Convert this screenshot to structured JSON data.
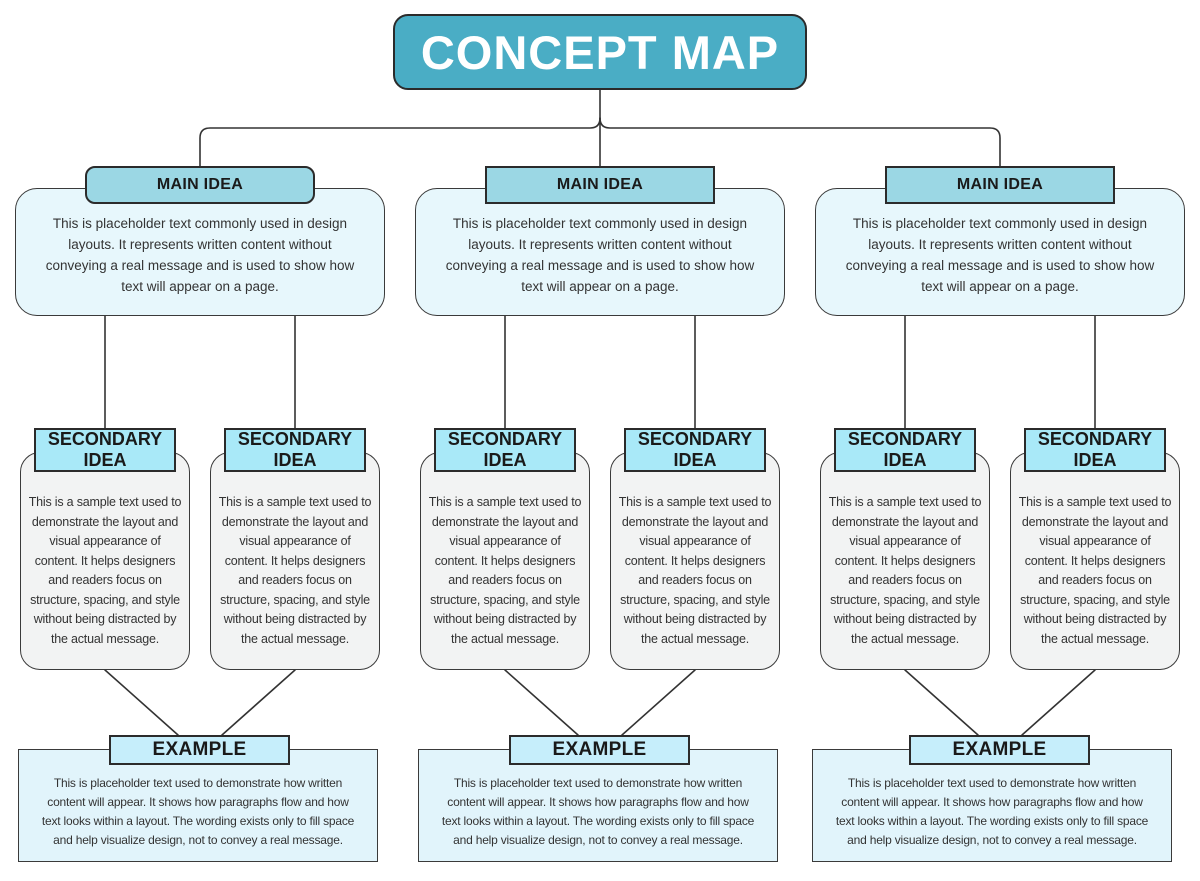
{
  "title": {
    "label": "CONCEPT MAP"
  },
  "colors": {
    "title_fill": "#4aadc5",
    "title_text": "#ffffff",
    "main_header_fill": "#9bd7e4",
    "main_body_fill": "#e7f7fc",
    "secondary_header_fill": "#a9e9f8",
    "secondary_body_fill": "#f2f3f3",
    "example_header_fill": "#c6eefb",
    "example_body_fill": "#e1f4fb",
    "border": "#2b2b2b",
    "connector": "#333333",
    "body_text": "#333333"
  },
  "columns": [
    {
      "main": {
        "header": "MAIN IDEA",
        "body": "This is placeholder text commonly used in design\nlayouts. It represents written content without\nconveying a real message and is used to show how\ntext will appear on a page."
      },
      "secondaries": [
        {
          "header": "SECONDARY IDEA",
          "body": "This is a sample text used to\ndemonstrate the layout and\nvisual appearance of\ncontent. It helps designers\nand readers focus on\nstructure, spacing, and style\nwithout being distracted by\nthe actual message."
        },
        {
          "header": "SECONDARY IDEA",
          "body": "This is a sample text used to\ndemonstrate the layout and\nvisual appearance of\ncontent. It helps designers\nand readers focus on\nstructure, spacing, and style\nwithout being distracted by\nthe actual message."
        }
      ],
      "example": {
        "header": "EXAMPLE",
        "body": "This is placeholder text used to demonstrate how written\ncontent will appear. It shows how paragraphs flow and how\ntext looks within a layout. The wording exists only to fill space\nand help visualize design, not to convey a real message."
      }
    },
    {
      "main": {
        "header": "MAIN IDEA",
        "body": "This is placeholder text commonly used in design\nlayouts. It represents written content without\nconveying a real message and is used to show how\ntext will appear on a page."
      },
      "secondaries": [
        {
          "header": "SECONDARY IDEA",
          "body": "This is a sample text used to\ndemonstrate the layout and\nvisual appearance of\ncontent. It helps designers\nand readers focus on\nstructure, spacing, and style\nwithout being distracted by\nthe actual message."
        },
        {
          "header": "SECONDARY IDEA",
          "body": "This is a sample text used to\ndemonstrate the layout and\nvisual appearance of\ncontent. It helps designers\nand readers focus on\nstructure, spacing, and style\nwithout being distracted by\nthe actual message."
        }
      ],
      "example": {
        "header": "EXAMPLE",
        "body": "This is placeholder text used to demonstrate how written\ncontent will appear. It shows how paragraphs flow and how\ntext looks within a layout. The wording exists only to fill space\nand help visualize design, not to convey a real message."
      }
    },
    {
      "main": {
        "header": "MAIN IDEA",
        "body": "This is placeholder text commonly used in design\nlayouts. It represents written content without\nconveying a real message and is used to show how\ntext will appear on a page."
      },
      "secondaries": [
        {
          "header": "SECONDARY IDEA",
          "body": "This is a sample text used to\ndemonstrate the layout and\nvisual appearance of\ncontent. It helps designers\nand readers focus on\nstructure, spacing, and style\nwithout being distracted by\nthe actual message."
        },
        {
          "header": "SECONDARY IDEA",
          "body": "This is a sample text used to\ndemonstrate the layout and\nvisual appearance of\ncontent. It helps designers\nand readers focus on\nstructure, spacing, and style\nwithout being distracted by\nthe actual message."
        }
      ],
      "example": {
        "header": "EXAMPLE",
        "body": "This is placeholder text used to demonstrate how written\ncontent will appear. It shows how paragraphs flow and how\ntext looks within a layout. The wording exists only to fill space\nand help visualize design, not to convey a real message."
      }
    }
  ]
}
